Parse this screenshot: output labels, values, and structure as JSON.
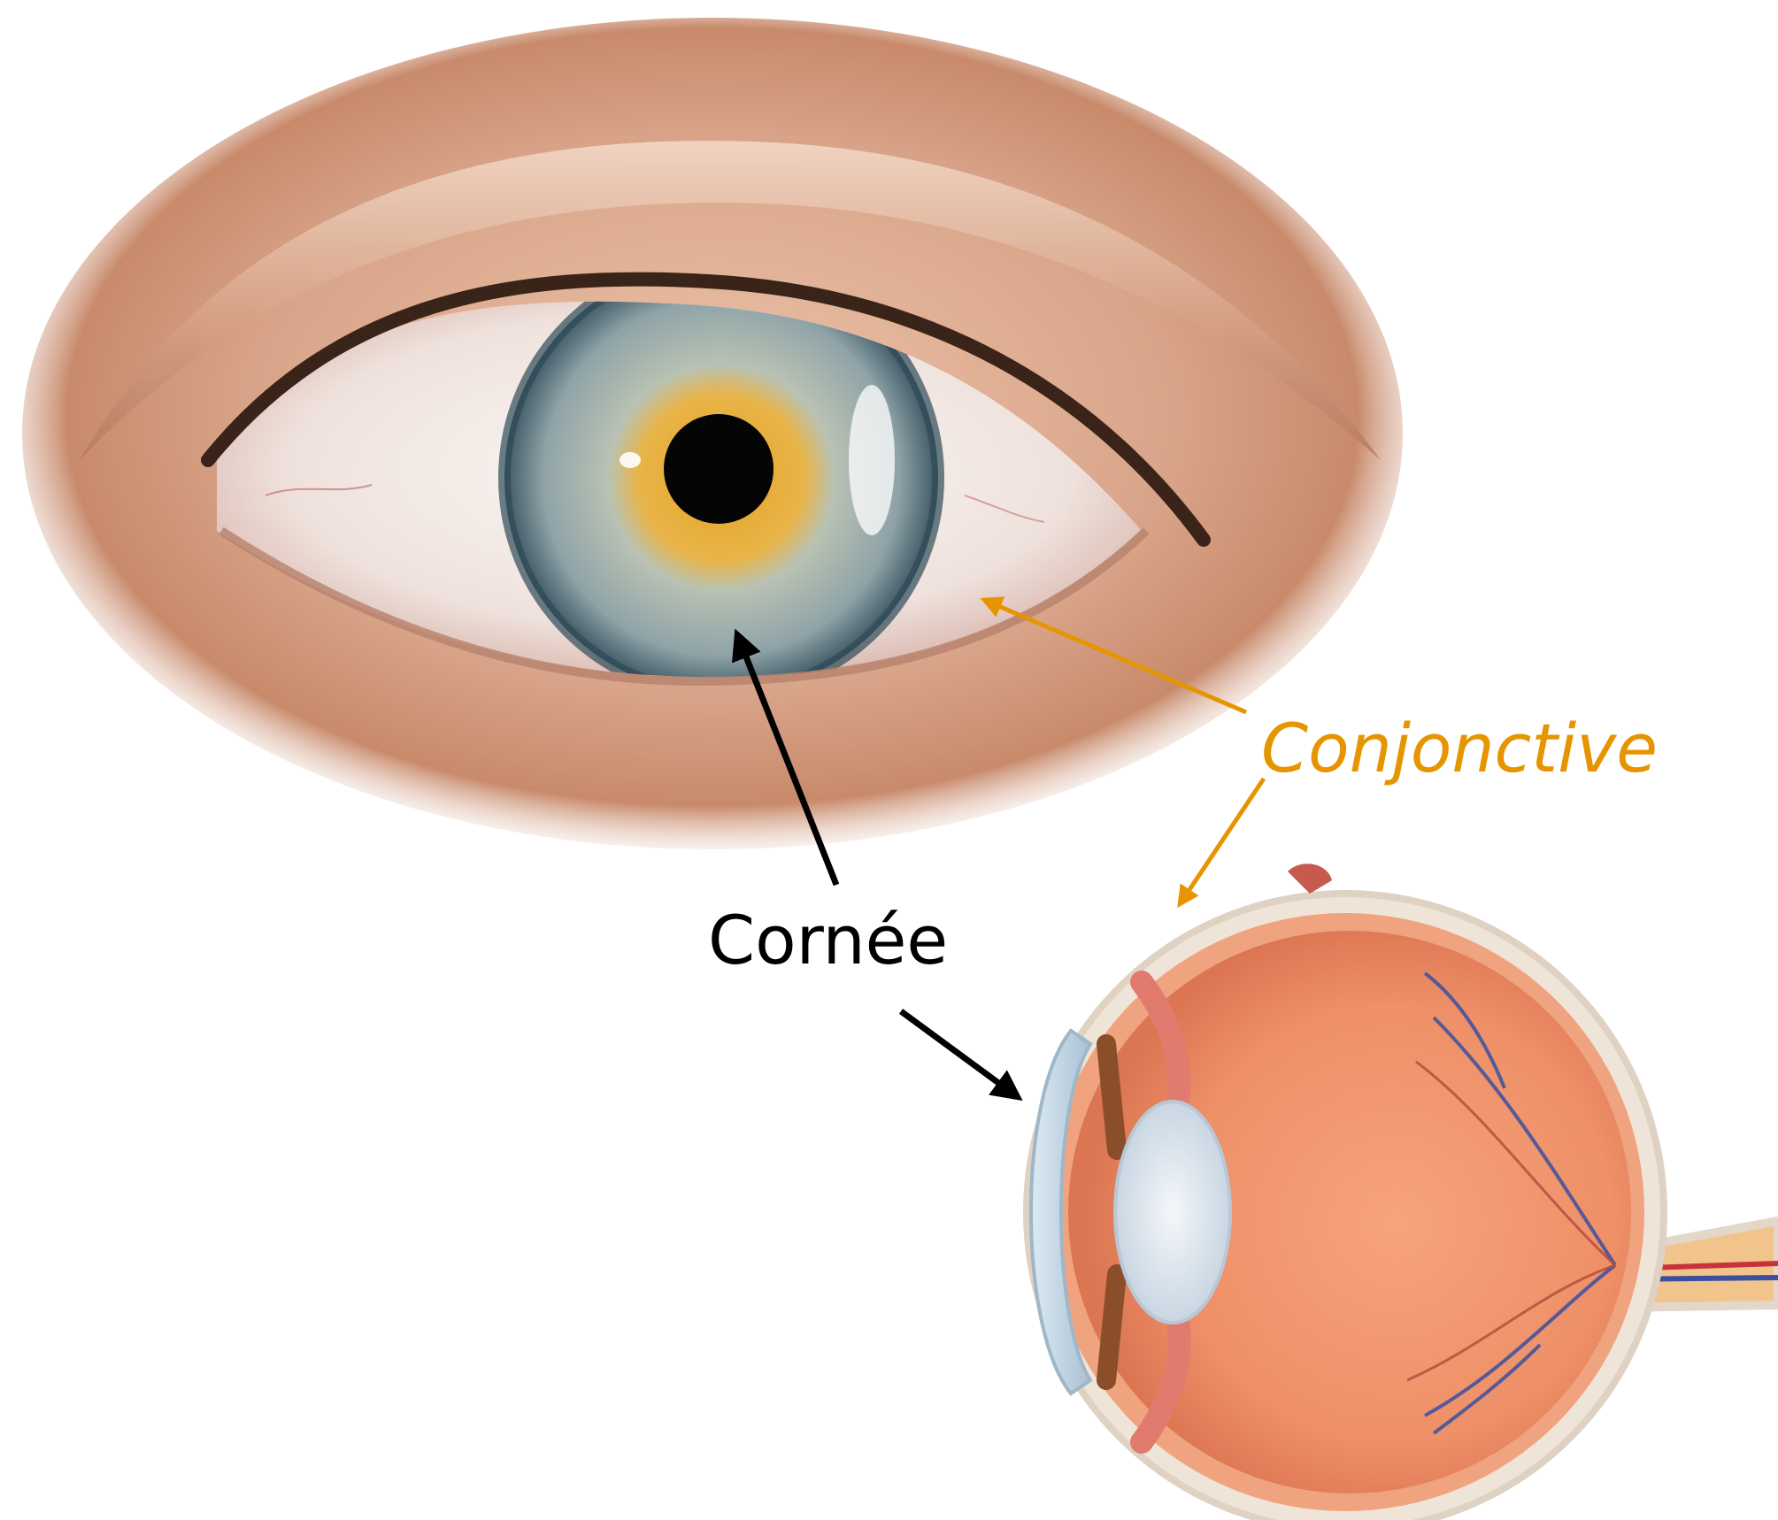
{
  "labels": {
    "cornea": {
      "text": "Cornée",
      "color": "#000000"
    },
    "conjunctiva": {
      "text": "Conjonctive",
      "color": "#E69400"
    }
  },
  "images": {
    "eye_photo": "eye-photo",
    "eye_cross_section": "eye-cross-section"
  },
  "colors": {
    "iris": "#8FA3A8",
    "iris_gold": "#E3A325",
    "skin": "#D9A58A",
    "eyeball_tissue": "#EE9068",
    "vessel_red": "#C8323A",
    "vessel_blue": "#3B4FA0"
  }
}
